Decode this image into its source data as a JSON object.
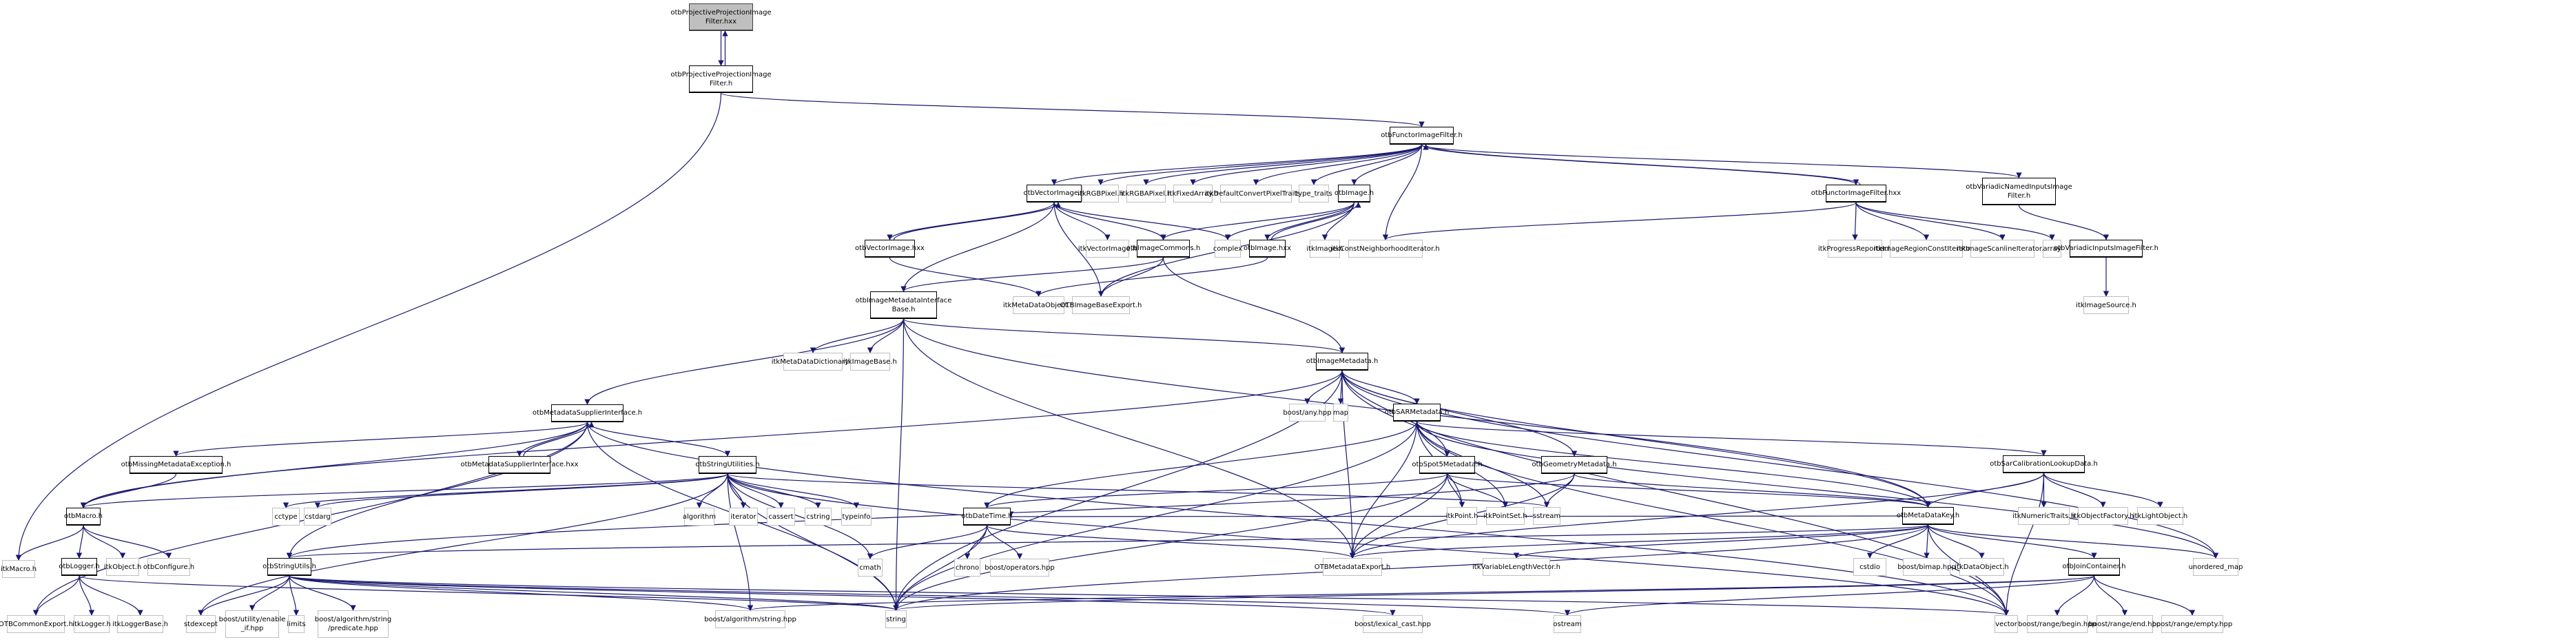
{
  "title": "otbProjectiveProjectionImageFilter.hxx include dependency graph",
  "colors": {
    "edge": "#191970",
    "root_fill": "#bfbfbf",
    "doc_border": "#000000",
    "ext_border": "#bfbfbf"
  },
  "nodes": [
    {
      "id": "root",
      "label": "otbProjectiveProjectionImage\nFilter.hxx",
      "kind": "root"
    },
    {
      "id": "pph",
      "label": "otbProjectiveProjectionImage\nFilter.h",
      "kind": "doc"
    },
    {
      "id": "itkMacro",
      "label": "itkMacro.h",
      "kind": "ext"
    },
    {
      "id": "functor",
      "label": "otbFunctorImageFilter.h",
      "kind": "doc"
    },
    {
      "id": "vecimg",
      "label": "otbVectorImage.h",
      "kind": "doc"
    },
    {
      "id": "rgb",
      "label": "itkRGBPixel.h",
      "kind": "ext"
    },
    {
      "id": "rgba",
      "label": "itkRGBAPixel.h",
      "kind": "ext"
    },
    {
      "id": "fixarr",
      "label": "itkFixedArray.h",
      "kind": "ext"
    },
    {
      "id": "defconv",
      "label": "itkDefaultConvertPixelTraits.h",
      "kind": "ext"
    },
    {
      "id": "typetraits",
      "label": "type_traits",
      "kind": "ext"
    },
    {
      "id": "otbimg",
      "label": "otbImage.h",
      "kind": "doc"
    },
    {
      "id": "functorhxx",
      "label": "otbFunctorImageFilter.hxx",
      "kind": "doc"
    },
    {
      "id": "variadicnamed",
      "label": "otbVariadicNamedInputsImage\nFilter.h",
      "kind": "doc"
    },
    {
      "id": "vecimghxx",
      "label": "otbVectorImage.hxx",
      "kind": "doc"
    },
    {
      "id": "itkvecimg",
      "label": "itkVectorImage.h",
      "kind": "ext"
    },
    {
      "id": "imgcommons",
      "label": "otbImageCommons.h",
      "kind": "doc"
    },
    {
      "id": "complex",
      "label": "complex",
      "kind": "ext"
    },
    {
      "id": "otbimghxx",
      "label": "otbImage.hxx",
      "kind": "doc"
    },
    {
      "id": "itkimg",
      "label": "itkImage.h",
      "kind": "ext"
    },
    {
      "id": "constneigh",
      "label": "itkConstNeighborhoodIterator.h",
      "kind": "ext"
    },
    {
      "id": "progress",
      "label": "itkProgressReporter.h",
      "kind": "ext"
    },
    {
      "id": "regionconst",
      "label": "itkImageRegionConstIterator.h",
      "kind": "ext"
    },
    {
      "id": "scanline",
      "label": "itkImageScanlineIterator.h",
      "kind": "ext"
    },
    {
      "id": "array",
      "label": "array",
      "kind": "ext"
    },
    {
      "id": "variadicinputs",
      "label": "otbVariadicInputsImageFilter.h",
      "kind": "doc"
    },
    {
      "id": "imgsource",
      "label": "itkImageSource.h",
      "kind": "ext"
    },
    {
      "id": "mdibase",
      "label": "otbImageMetadataInterface\nBase.h",
      "kind": "doc"
    },
    {
      "id": "metadataobj",
      "label": "itkMetaDataObject.h",
      "kind": "ext"
    },
    {
      "id": "imgbaseexport",
      "label": "OTBImageBaseExport.h",
      "kind": "ext"
    },
    {
      "id": "mddict",
      "label": "itkMetaDataDictionary.h",
      "kind": "ext"
    },
    {
      "id": "imgbase",
      "label": "itkImageBase.h",
      "kind": "ext"
    },
    {
      "id": "imgmetadata",
      "label": "otbImageMetadata.h",
      "kind": "doc"
    },
    {
      "id": "mdsupplier",
      "label": "otbMetadataSupplierInterface.h",
      "kind": "doc"
    },
    {
      "id": "boostany",
      "label": "boost/any.hpp",
      "kind": "ext"
    },
    {
      "id": "map",
      "label": "map",
      "kind": "ext"
    },
    {
      "id": "sarmd",
      "label": "otbSARMetadata.h",
      "kind": "doc"
    },
    {
      "id": "sarcal",
      "label": "otbSarCalibrationLookupData.h",
      "kind": "doc"
    },
    {
      "id": "missingmd",
      "label": "otbMissingMetadataException.h",
      "kind": "doc"
    },
    {
      "id": "mdsupplierhxx",
      "label": "otbMetadataSupplierInterface.hxx",
      "kind": "doc"
    },
    {
      "id": "strutilities",
      "label": "otbStringUtilities.h",
      "kind": "doc"
    },
    {
      "id": "spot5",
      "label": "otbSpot5Metadata.h",
      "kind": "doc"
    },
    {
      "id": "geommd",
      "label": "otbGeometryMetadata.h",
      "kind": "doc"
    },
    {
      "id": "numtraits",
      "label": "itkNumericTraits.h",
      "kind": "ext"
    },
    {
      "id": "objfactory",
      "label": "itkObjectFactory.h",
      "kind": "ext"
    },
    {
      "id": "lightobj",
      "label": "itkLightObject.h",
      "kind": "ext"
    },
    {
      "id": "otbmacro",
      "label": "otbMacro.h",
      "kind": "doc"
    },
    {
      "id": "cctype",
      "label": "cctype",
      "kind": "ext"
    },
    {
      "id": "cstdarg",
      "label": "cstdarg",
      "kind": "ext"
    },
    {
      "id": "algorithm",
      "label": "algorithm",
      "kind": "ext"
    },
    {
      "id": "iterator",
      "label": "iterator",
      "kind": "ext"
    },
    {
      "id": "cassert",
      "label": "cassert",
      "kind": "ext"
    },
    {
      "id": "cstring",
      "label": "cstring",
      "kind": "ext"
    },
    {
      "id": "typeinfo",
      "label": "typeinfo",
      "kind": "ext"
    },
    {
      "id": "itkpoint",
      "label": "itkPoint.h",
      "kind": "ext"
    },
    {
      "id": "itkpointset",
      "label": "itkPointSet.h",
      "kind": "ext"
    },
    {
      "id": "sstream",
      "label": "sstream",
      "kind": "ext"
    },
    {
      "id": "mdkey",
      "label": "otbMetaDataKey.h",
      "kind": "doc"
    },
    {
      "id": "datetime",
      "label": "otbDateTime.h",
      "kind": "doc"
    },
    {
      "id": "unorderedmap",
      "label": "unordered_map",
      "kind": "ext"
    },
    {
      "id": "otblogger",
      "label": "otbLogger.h",
      "kind": "doc"
    },
    {
      "id": "itkobject",
      "label": "itkObject.h",
      "kind": "ext"
    },
    {
      "id": "otbconfigure",
      "label": "otbConfigure.h",
      "kind": "ext"
    },
    {
      "id": "strutils",
      "label": "otbStringUtils.h",
      "kind": "doc"
    },
    {
      "id": "cmath",
      "label": "cmath",
      "kind": "ext"
    },
    {
      "id": "chrono",
      "label": "chrono",
      "kind": "ext"
    },
    {
      "id": "boostops",
      "label": "boost/operators.hpp",
      "kind": "ext"
    },
    {
      "id": "mdexport",
      "label": "OTBMetadataExport.h",
      "kind": "ext"
    },
    {
      "id": "varlenvec",
      "label": "itkVariableLengthVector.h",
      "kind": "ext"
    },
    {
      "id": "cstdio",
      "label": "cstdio",
      "kind": "ext"
    },
    {
      "id": "bimap",
      "label": "boost/bimap.hpp",
      "kind": "ext"
    },
    {
      "id": "dataobj",
      "label": "itkDataObject.h",
      "kind": "ext"
    },
    {
      "id": "joincont",
      "label": "otbJoinContainer.h",
      "kind": "doc"
    },
    {
      "id": "commonexport",
      "label": "OTBCommonExport.h",
      "kind": "ext"
    },
    {
      "id": "itklogger",
      "label": "itkLogger.h",
      "kind": "ext"
    },
    {
      "id": "loggerbase",
      "label": "itkLoggerBase.h",
      "kind": "ext"
    },
    {
      "id": "stdexcept",
      "label": "stdexcept",
      "kind": "ext"
    },
    {
      "id": "enableif",
      "label": "boost/utility/enable\n_if.hpp",
      "kind": "ext"
    },
    {
      "id": "limits",
      "label": "limits",
      "kind": "ext"
    },
    {
      "id": "predicate",
      "label": "boost/algorithm/string\n/predicate.hpp",
      "kind": "ext"
    },
    {
      "id": "boostalgstr",
      "label": "boost/algorithm/string.hpp",
      "kind": "ext"
    },
    {
      "id": "string",
      "label": "string",
      "kind": "ext"
    },
    {
      "id": "lexcast",
      "label": "boost/lexical_cast.hpp",
      "kind": "ext"
    },
    {
      "id": "ostream",
      "label": "ostream",
      "kind": "ext"
    },
    {
      "id": "vector",
      "label": "vector",
      "kind": "ext"
    },
    {
      "id": "rangebegin",
      "label": "boost/range/begin.hpp",
      "kind": "ext"
    },
    {
      "id": "rangeend",
      "label": "boost/range/end.hpp",
      "kind": "ext"
    },
    {
      "id": "rangeempty",
      "label": "boost/range/empty.hpp",
      "kind": "ext"
    }
  ],
  "edges": [
    [
      "root",
      "pph"
    ],
    [
      "pph",
      "root"
    ],
    [
      "pph",
      "itkMacro"
    ],
    [
      "pph",
      "functor"
    ],
    [
      "functor",
      "vecimg"
    ],
    [
      "functor",
      "rgb"
    ],
    [
      "functor",
      "rgba"
    ],
    [
      "functor",
      "fixarr"
    ],
    [
      "functor",
      "defconv"
    ],
    [
      "functor",
      "typetraits"
    ],
    [
      "functor",
      "otbimg"
    ],
    [
      "functor",
      "functorhxx"
    ],
    [
      "functor",
      "variadicnamed"
    ],
    [
      "functor",
      "constneigh"
    ],
    [
      "functorhxx",
      "functor"
    ],
    [
      "functorhxx",
      "constneigh"
    ],
    [
      "functorhxx",
      "progress"
    ],
    [
      "functorhxx",
      "regionconst"
    ],
    [
      "functorhxx",
      "scanline"
    ],
    [
      "functorhxx",
      "array"
    ],
    [
      "variadicnamed",
      "variadicinputs"
    ],
    [
      "variadicinputs",
      "imgsource"
    ],
    [
      "vecimg",
      "vecimghxx"
    ],
    [
      "vecimghxx",
      "vecimg"
    ],
    [
      "vecimg",
      "itkvecimg"
    ],
    [
      "vecimg",
      "imgcommons"
    ],
    [
      "vecimg",
      "complex"
    ],
    [
      "vecimg",
      "mdibase"
    ],
    [
      "vecimg",
      "imgbaseexport"
    ],
    [
      "vecimghxx",
      "metadataobj"
    ],
    [
      "otbimg",
      "imgcommons"
    ],
    [
      "otbimg",
      "complex"
    ],
    [
      "otbimg",
      "otbimghxx"
    ],
    [
      "otbimghxx",
      "otbimg"
    ],
    [
      "otbimg",
      "itkimg"
    ],
    [
      "otbimg",
      "imgbaseexport"
    ],
    [
      "otbimghxx",
      "metadataobj"
    ],
    [
      "imgcommons",
      "mdibase"
    ],
    [
      "imgcommons",
      "imgbaseexport"
    ],
    [
      "imgcommons",
      "imgmetadata"
    ],
    [
      "mdibase",
      "mddict"
    ],
    [
      "mdibase",
      "imgbase"
    ],
    [
      "mdibase",
      "imgmetadata"
    ],
    [
      "mdibase",
      "mdsupplier"
    ],
    [
      "mdibase",
      "string"
    ],
    [
      "mdibase",
      "mdexport"
    ],
    [
      "mdibase",
      "mdkey"
    ],
    [
      "imgmetadata",
      "boostany"
    ],
    [
      "imgmetadata",
      "map"
    ],
    [
      "imgmetadata",
      "sarmd"
    ],
    [
      "imgmetadata",
      "spot5"
    ],
    [
      "imgmetadata",
      "geommd"
    ],
    [
      "imgmetadata",
      "mdkey"
    ],
    [
      "imgmetadata",
      "otbmacro"
    ],
    [
      "imgmetadata",
      "string"
    ],
    [
      "imgmetadata",
      "mdexport"
    ],
    [
      "imgmetadata",
      "vector"
    ],
    [
      "imgmetadata",
      "unorderedmap"
    ],
    [
      "mdsupplier",
      "missingmd"
    ],
    [
      "mdsupplier",
      "mdsupplierhxx"
    ],
    [
      "mdsupplierhxx",
      "mdsupplier"
    ],
    [
      "mdsupplier",
      "strutilities"
    ],
    [
      "mdsupplier",
      "otbmacro"
    ],
    [
      "mdsupplier",
      "strutils"
    ],
    [
      "mdsupplier",
      "string"
    ],
    [
      "mdsupplier",
      "vector"
    ],
    [
      "mdsupplier",
      "commonexport"
    ],
    [
      "missingmd",
      "otbmacro"
    ],
    [
      "strutilities",
      "cctype"
    ],
    [
      "strutilities",
      "cstdarg"
    ],
    [
      "strutilities",
      "algorithm"
    ],
    [
      "strutilities",
      "iterator"
    ],
    [
      "strutilities",
      "cassert"
    ],
    [
      "strutilities",
      "cstring"
    ],
    [
      "strutilities",
      "typeinfo"
    ],
    [
      "strutilities",
      "cmath"
    ],
    [
      "strutilities",
      "string"
    ],
    [
      "strutilities",
      "sstream"
    ],
    [
      "strutilities",
      "otbmacro"
    ],
    [
      "strutilities",
      "stdexcept"
    ],
    [
      "strutilities",
      "boostalgstr"
    ],
    [
      "strutilities",
      "vector"
    ],
    [
      "sarmd",
      "itkpoint"
    ],
    [
      "sarmd",
      "itkpointset"
    ],
    [
      "sarmd",
      "sstream"
    ],
    [
      "sarmd",
      "mdkey"
    ],
    [
      "sarmd",
      "sarcal"
    ],
    [
      "sarmd",
      "datetime"
    ],
    [
      "sarmd",
      "mdexport"
    ],
    [
      "sarmd",
      "string"
    ],
    [
      "sarmd",
      "vector"
    ],
    [
      "sarmd",
      "unorderedmap"
    ],
    [
      "spot5",
      "itkpoint"
    ],
    [
      "spot5",
      "itkpointset"
    ],
    [
      "spot5",
      "mdkey"
    ],
    [
      "spot5",
      "datetime"
    ],
    [
      "spot5",
      "mdexport"
    ],
    [
      "spot5",
      "string"
    ],
    [
      "geommd",
      "sstream"
    ],
    [
      "geommd",
      "mdkey"
    ],
    [
      "geommd",
      "mdexport"
    ],
    [
      "geommd",
      "strutils"
    ],
    [
      "sarcal",
      "numtraits"
    ],
    [
      "sarcal",
      "objfactory"
    ],
    [
      "sarcal",
      "lightobj"
    ],
    [
      "sarcal",
      "mdkey"
    ],
    [
      "sarcal",
      "vector"
    ],
    [
      "sarcal",
      "mdexport"
    ],
    [
      "otbmacro",
      "itkMacro"
    ],
    [
      "otbmacro",
      "otblogger"
    ],
    [
      "otbmacro",
      "itkobject"
    ],
    [
      "otbmacro",
      "otbconfigure"
    ],
    [
      "otblogger",
      "commonexport"
    ],
    [
      "otblogger",
      "itklogger"
    ],
    [
      "otblogger",
      "loggerbase"
    ],
    [
      "otblogger",
      "string"
    ],
    [
      "datetime",
      "cmath"
    ],
    [
      "datetime",
      "chrono"
    ],
    [
      "datetime",
      "boostops"
    ],
    [
      "datetime",
      "string"
    ],
    [
      "datetime",
      "mdexport"
    ],
    [
      "mdkey",
      "varlenvec"
    ],
    [
      "mdkey",
      "cstdio"
    ],
    [
      "mdkey",
      "bimap"
    ],
    [
      "mdkey",
      "dataobj"
    ],
    [
      "mdkey",
      "joincont"
    ],
    [
      "mdkey",
      "unorderedmap"
    ],
    [
      "mdkey",
      "mdexport"
    ],
    [
      "mdkey",
      "string"
    ],
    [
      "mdkey",
      "vector"
    ],
    [
      "mdkey",
      "strutils"
    ],
    [
      "mdkey",
      "datetime"
    ],
    [
      "strutils",
      "stdexcept"
    ],
    [
      "strutils",
      "enableif"
    ],
    [
      "strutils",
      "limits"
    ],
    [
      "strutils",
      "predicate"
    ],
    [
      "strutils",
      "boostalgstr"
    ],
    [
      "strutils",
      "string"
    ],
    [
      "strutils",
      "lexcast"
    ],
    [
      "strutils",
      "vector"
    ],
    [
      "strutils",
      "ostream"
    ],
    [
      "joincont",
      "rangebegin"
    ],
    [
      "joincont",
      "rangeend"
    ],
    [
      "joincont",
      "rangeempty"
    ],
    [
      "joincont",
      "string"
    ],
    [
      "joincont",
      "ostream"
    ],
    [
      "joincont",
      "boostalgstr"
    ]
  ]
}
